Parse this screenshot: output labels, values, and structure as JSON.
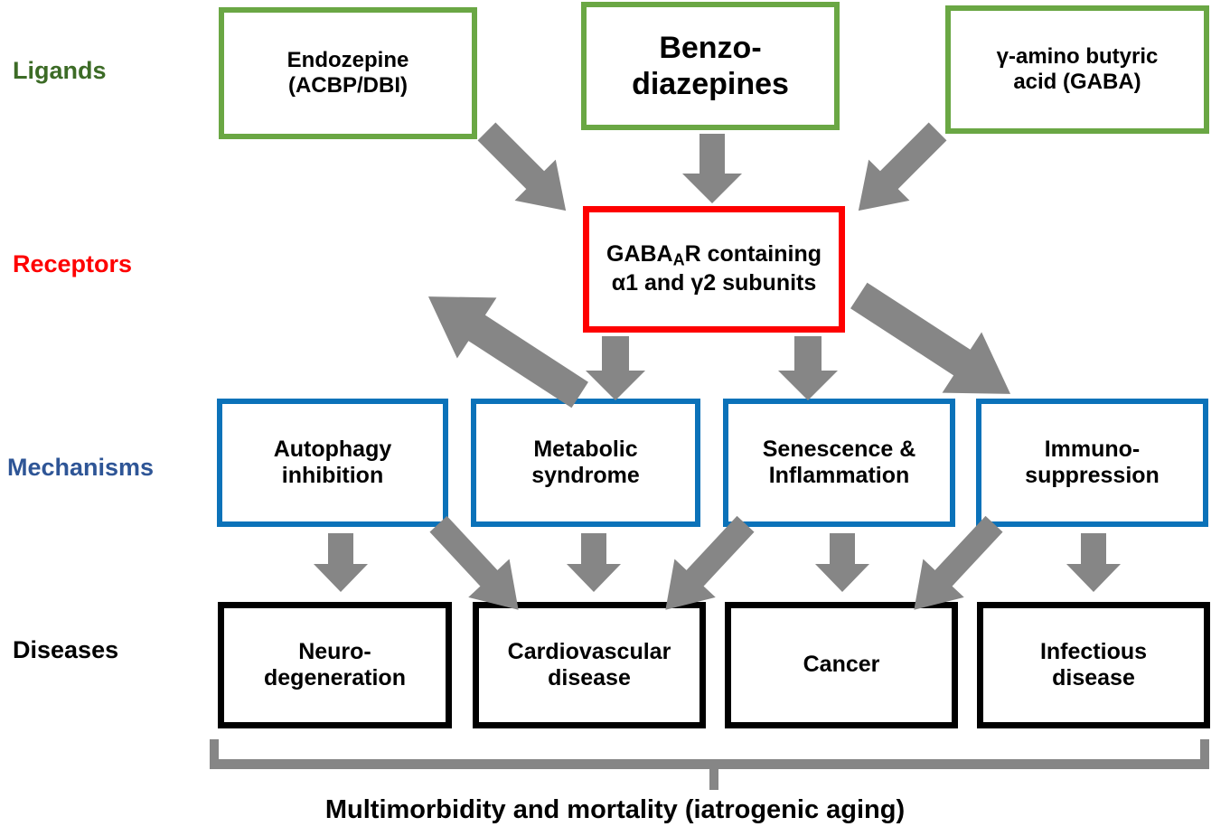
{
  "rows": [
    {
      "key": "ligands",
      "label": "Ligands",
      "color": "#3c6b26"
    },
    {
      "key": "receptors",
      "label": "Receptors",
      "color": "#fe0000"
    },
    {
      "key": "mechanisms",
      "label": "Mechanisms",
      "color": "#2e5596"
    },
    {
      "key": "diseases",
      "label": "Diseases",
      "color": "#000000"
    }
  ],
  "ligands": {
    "border_color": "#6aa744",
    "nodes": [
      {
        "line1": "Endozepine",
        "line2": "(ACBP/DBI)",
        "name": "endozepine-acbp-dbi"
      },
      {
        "line1": "Benzo-",
        "line2": "diazepines",
        "name": "benzodiazepines"
      },
      {
        "line1": "γ-amino butyric",
        "line2": "acid (GABA)",
        "name": "gaba-ligand"
      }
    ]
  },
  "receptors": {
    "border_color": "#fe0000",
    "nodes": [
      {
        "line1_a": "GABA",
        "line1_sub": "A",
        "line1_b": "R containing",
        "line2": "α1 and γ2 subunits",
        "name": "gaba-a-receptor"
      }
    ]
  },
  "mechanisms": {
    "border_color": "#0b72b9",
    "nodes": [
      {
        "line1": "Autophagy",
        "line2": "inhibition",
        "name": "autophagy-inhibition"
      },
      {
        "line1": "Metabolic",
        "line2": "syndrome",
        "name": "metabolic-syndrome"
      },
      {
        "line1": "Senescence &",
        "line2": "Inflammation",
        "name": "senescence-inflammation"
      },
      {
        "line1": "Immuno-",
        "line2": "suppression",
        "name": "immunosuppression"
      }
    ]
  },
  "diseases": {
    "border_color": "#000000",
    "nodes": [
      {
        "line1": "Neuro-",
        "line2": "degeneration",
        "name": "neurodegeneration"
      },
      {
        "line1": "Cardiovascular",
        "line2": "disease",
        "name": "cardiovascular-disease"
      },
      {
        "line1": "Cancer",
        "line2": "",
        "name": "cancer"
      },
      {
        "line1": "Infectious",
        "line2": "disease",
        "name": "infectious-disease"
      }
    ]
  },
  "arrows": {
    "color": "#868686",
    "items": [
      {
        "name": "arrow-endozepine-to-receptor",
        "direction": "diagonal-down-right"
      },
      {
        "name": "arrow-benzodiazepines-to-receptor",
        "direction": "down"
      },
      {
        "name": "arrow-gaba-to-receptor",
        "direction": "diagonal-down-left"
      },
      {
        "name": "arrow-receptor-to-autophagy",
        "direction": "diagonal-down-left"
      },
      {
        "name": "arrow-receptor-to-metabolic",
        "direction": "down"
      },
      {
        "name": "arrow-receptor-to-senescence",
        "direction": "down"
      },
      {
        "name": "arrow-receptor-to-immunosuppression",
        "direction": "diagonal-down-right"
      },
      {
        "name": "arrow-autophagy-to-neurodegeneration",
        "direction": "down"
      },
      {
        "name": "arrow-autophagy-to-cardiovascular",
        "direction": "diagonal-down-right"
      },
      {
        "name": "arrow-metabolic-to-cardiovascular",
        "direction": "down"
      },
      {
        "name": "arrow-senescence-to-cardiovascular",
        "direction": "diagonal-down-left"
      },
      {
        "name": "arrow-senescence-to-cancer",
        "direction": "down"
      },
      {
        "name": "arrow-immuno-to-cancer",
        "direction": "diagonal-down-left"
      },
      {
        "name": "arrow-immuno-to-infectious",
        "direction": "down"
      }
    ]
  },
  "bracket": {
    "color": "#868686"
  },
  "caption": {
    "text": "Multimorbidity and mortality (iatrogenic aging)"
  }
}
